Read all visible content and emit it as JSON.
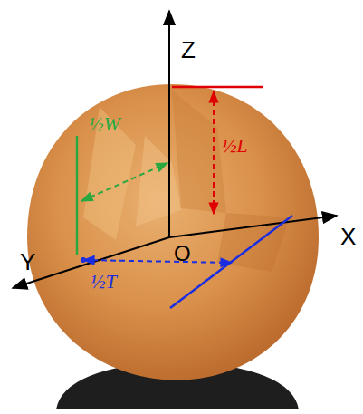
{
  "diagram": {
    "labels": [
      "Z",
      "X",
      "Y",
      "O",
      "½W",
      "½L",
      "½T"
    ]
  }
}
